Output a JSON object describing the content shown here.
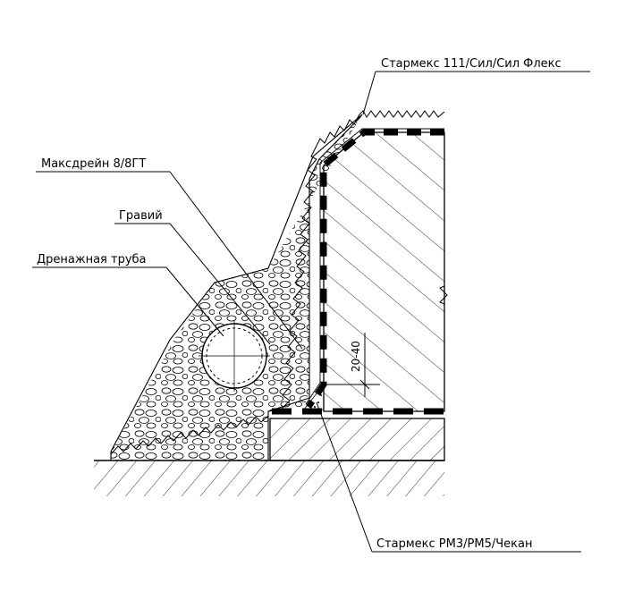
{
  "labels": {
    "top_right": "Стармекс 111/Сил/Сил Флекс",
    "maxdrain": "Максдрейн 8/8ГТ",
    "gravel": "Гравий",
    "pipe": "Дренажная труба",
    "bottom_right": "Стармекс РМ3/РМ5/Чекан",
    "dimension": "20-40"
  },
  "colors": {
    "line": "#000000",
    "background": "#ffffff"
  }
}
